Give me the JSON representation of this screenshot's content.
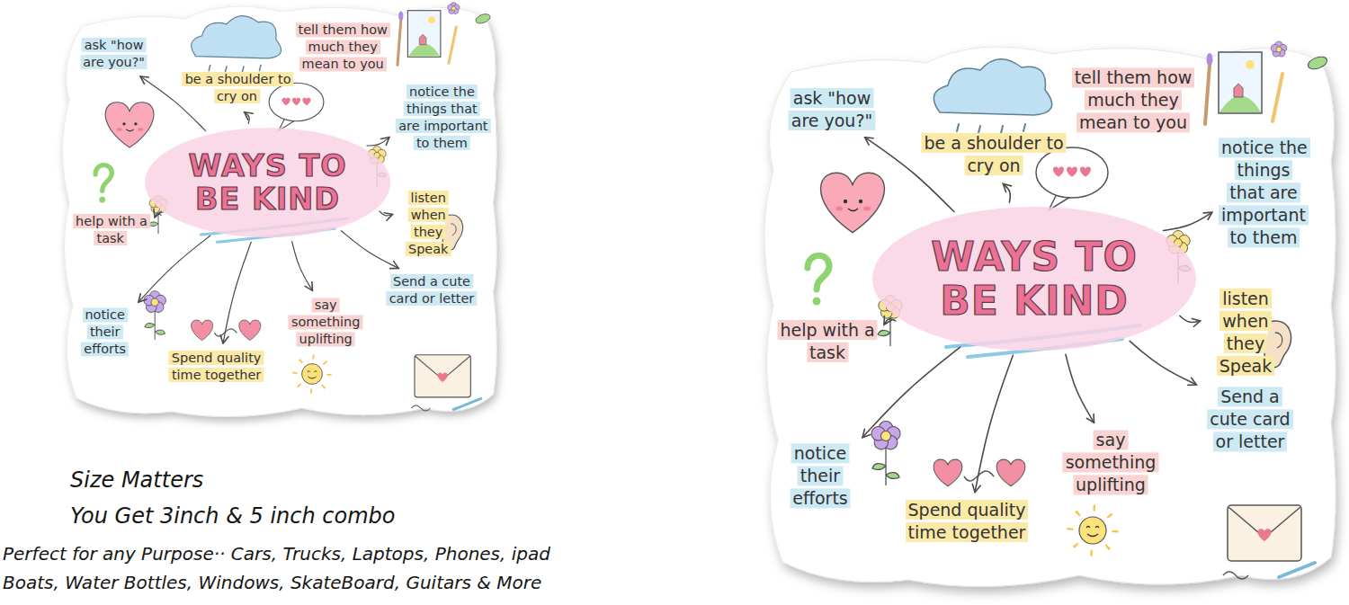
{
  "diagram": {
    "nodes": [
      {
        "text": [
          "ask \"how are you?\""
        ]
      },
      {
        "text": [
          "be a shoulder to cry on"
        ]
      },
      {
        "text": [
          "tell them how much they mean to you"
        ]
      },
      {
        "text": [
          "notice the things that are important to them"
        ]
      },
      {
        "text": [
          "WAYS TO BE KIND"
        ]
      },
      {
        "text": [
          "help with a task"
        ]
      },
      {
        "text": [
          "listen when they Speak"
        ]
      },
      {
        "text": [
          "notice their efforts"
        ]
      },
      {
        "text": [
          "Spend quality time together"
        ]
      },
      {
        "text": [
          "say something uplifting"
        ]
      },
      {
        "text": [
          "Send a cute card or letter"
        ]
      },
      {
        "text": [
          "ask \"how are you?\""
        ]
      },
      {
        "text": [
          "be a shoulder to cry on"
        ]
      },
      {
        "text": [
          "tell them how much they mean to you"
        ]
      },
      {
        "text": [
          "notice the things that are important to them"
        ]
      },
      {
        "text": [
          "WAYS TO BE KIND"
        ]
      },
      {
        "text": [
          "help with a task"
        ]
      },
      {
        "text": [
          "listen when they Speak"
        ]
      },
      {
        "text": [
          "notice their efforts"
        ]
      },
      {
        "text": [
          "Spend quality time together"
        ]
      },
      {
        "text": [
          "say something uplifting"
        ]
      },
      {
        "text": [
          "Send a cute card or letter"
        ]
      }
    ],
    "edges": [
      {
        "from": 4,
        "to": 0,
        "arrow": "to"
      },
      {
        "from": 4,
        "to": 1,
        "arrow": "to"
      },
      {
        "from": 4,
        "to": 3,
        "arrow": "to"
      },
      {
        "from": 4,
        "to": 5,
        "arrow": "to"
      },
      {
        "from": 4,
        "to": 6,
        "arrow": "to"
      },
      {
        "from": 4,
        "to": 7,
        "arrow": "to"
      },
      {
        "from": 4,
        "to": 8,
        "arrow": "to"
      },
      {
        "from": 4,
        "to": 9,
        "arrow": "to"
      },
      {
        "from": 4,
        "to": 10,
        "arrow": "to"
      },
      {
        "from": 15,
        "to": 11,
        "arrow": "to"
      },
      {
        "from": 15,
        "to": 12,
        "arrow": "to"
      },
      {
        "from": 15,
        "to": 14,
        "arrow": "to"
      },
      {
        "from": 15,
        "to": 16,
        "arrow": "to"
      },
      {
        "from": 15,
        "to": 17,
        "arrow": "to"
      },
      {
        "from": 15,
        "to": 18,
        "arrow": "to"
      },
      {
        "from": 15,
        "to": 19,
        "arrow": "to"
      },
      {
        "from": 15,
        "to": 20,
        "arrow": "to"
      },
      {
        "from": 15,
        "to": 21,
        "arrow": "to"
      }
    ],
    "labels": [
      "Size Matters",
      "You Get 3inch & 5 inch combo",
      "Perfect for any Purpose·· Cars, Trucks, Laptops, Phones, ipad",
      "Boats, Water Bottles, Windows, SkateBoard, Guitars & More"
    ]
  }
}
